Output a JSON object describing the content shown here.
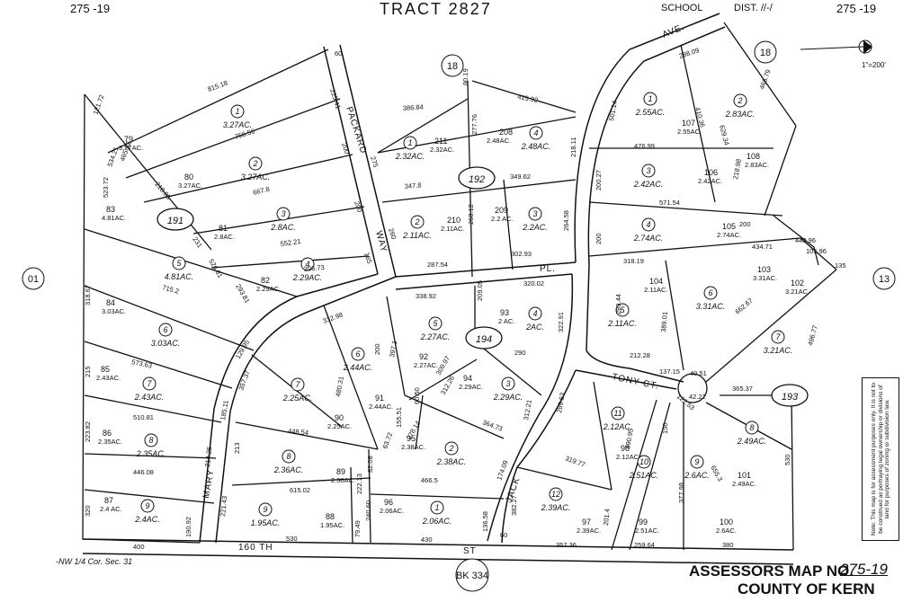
{
  "header": {
    "left_book": "275 -19",
    "title": "TRACT   2827",
    "school_label": "SCHOOL",
    "district": "DIST. //-/",
    "right_book": "275 -19",
    "scale": "1\"=200'"
  },
  "footer": {
    "corner_note": "-NW 1/4 Cor. Sec. 31",
    "book_ref": "BK 334",
    "map_label": "ASSESSORS MAP NO.",
    "map_no": "275-19",
    "county": "COUNTY OF KERN"
  },
  "note": "Note: This map is for assessment purposes only. It is not to be construed as portraying legal ownership or divisions of land for purposes of zoning or subdivision law.",
  "adjacent_maps": {
    "left": "01",
    "right": "13",
    "top": "18",
    "top_right": "18"
  },
  "block_circles": {
    "b191": "191",
    "b192": "192",
    "b194": "194",
    "b193": "193"
  },
  "streets": {
    "packard": "PACKARD",
    "way": "WAY",
    "pl": "PL.",
    "mary": "MARY",
    "jack": "JACK",
    "tony": "TONY  CT.",
    "ave": "AVE.",
    "th160": "160  TH",
    "st": "ST"
  },
  "parcels": {
    "p79": {
      "apn": "79",
      "acres": "3.27AC."
    },
    "p80": {
      "apn": "80",
      "acres": "3.27AC."
    },
    "p81": {
      "apn": "81",
      "acres": "2.8AC."
    },
    "p82": {
      "apn": "82",
      "acres": "2.29AC."
    },
    "p83": {
      "apn": "83",
      "acres": "4.81AC."
    },
    "p84": {
      "apn": "84",
      "acres": "3.03AC."
    },
    "p85": {
      "apn": "85",
      "acres": "2.43AC."
    },
    "p86": {
      "apn": "86",
      "acres": "2.35AC."
    },
    "p87": {
      "apn": "87",
      "acres": "2.4 AC."
    },
    "p88": {
      "apn": "88",
      "acres": "1.95AC."
    },
    "p89": {
      "apn": "89",
      "acres": "2.36AC."
    },
    "p90": {
      "apn": "90",
      "acres": "2.25AC."
    },
    "p91": {
      "apn": "91",
      "acres": "2.44AC."
    },
    "p92": {
      "apn": "92",
      "acres": "2.27AC."
    },
    "p93": {
      "apn": "93",
      "acres": "2 AC."
    },
    "p94": {
      "apn": "94",
      "acres": "2.29AC."
    },
    "p95": {
      "apn": "95",
      "acres": "2.38AC."
    },
    "p96": {
      "apn": "96",
      "acres": "2.06AC."
    },
    "p97": {
      "apn": "97",
      "acres": "2.39AC."
    },
    "p98": {
      "apn": "98",
      "acres": "2.12AC."
    },
    "p99": {
      "apn": "99",
      "acres": "2.51AC."
    },
    "p100": {
      "apn": "100",
      "acres": "2.6AC."
    },
    "p101": {
      "apn": "101",
      "acres": "2.49AC."
    },
    "p102": {
      "apn": "102",
      "acres": "3.21AC."
    },
    "p103": {
      "apn": "103",
      "acres": "3.31AC."
    },
    "p104": {
      "apn": "104",
      "acres": "2.11AC."
    },
    "p105": {
      "apn": "105",
      "acres": "2.74AC."
    },
    "p106": {
      "apn": "106",
      "acres": "2.42AC."
    },
    "p107": {
      "apn": "107",
      "acres": "2.55AC."
    },
    "p108": {
      "apn": "108",
      "acres": "2.83AC."
    },
    "p208": {
      "apn": "208",
      "acres": "2.48AC."
    },
    "p209": {
      "apn": "209",
      "acres": "2.2 AC."
    },
    "p210": {
      "apn": "210",
      "acres": "2.11AC."
    },
    "p211": {
      "apn": "211",
      "acres": "2.32AC."
    }
  },
  "circled_lots": {
    "c191_1": {
      "n": "1",
      "acres": "3.27AC."
    },
    "c191_2": {
      "n": "2",
      "acres": "3.27AC."
    },
    "c191_3": {
      "n": "3",
      "acres": "2.8AC."
    },
    "c191_4": {
      "n": "4",
      "acres": "2.29AC."
    },
    "c191_5": {
      "n": "5",
      "acres": "4.81AC."
    },
    "c191_6": {
      "n": "6",
      "acres": "3.03AC."
    },
    "c191_7": {
      "n": "7",
      "acres": "2.43AC."
    },
    "c191_8": {
      "n": "8",
      "acres": "2.35AC."
    },
    "c191_9": {
      "n": "9",
      "acres": "2.4AC."
    },
    "c194_9": {
      "n": "9",
      "acres": "1.95AC."
    },
    "c194_8": {
      "n": "8",
      "acres": "2.36AC."
    },
    "c194_7": {
      "n": "7",
      "acres": "2.25AC."
    },
    "c194_6": {
      "n": "6",
      "acres": "2.44AC."
    },
    "c194_5": {
      "n": "5",
      "acres": "2.27AC."
    },
    "c194_4": {
      "n": "4",
      "acres": "2AC."
    },
    "c194_3": {
      "n": "3",
      "acres": "2.29AC."
    },
    "c194_2": {
      "n": "2",
      "acres": "2.38AC."
    },
    "c194_1": {
      "n": "1",
      "acres": "2.06AC."
    },
    "c192_1": {
      "n": "1",
      "acres": "2.32AC."
    },
    "c192_2": {
      "n": "2",
      "acres": "2.11AC."
    },
    "c192_3": {
      "n": "3",
      "acres": "2.2AC."
    },
    "c192_4": {
      "n": "4",
      "acres": "2.48AC."
    },
    "c193_1": {
      "n": "1",
      "acres": "2.55AC."
    },
    "c193_2": {
      "n": "2",
      "acres": "2.83AC."
    },
    "c193_3": {
      "n": "3",
      "acres": "2.42AC."
    },
    "c193_4": {
      "n": "4",
      "acres": "2.74AC."
    },
    "c193_5": {
      "n": "5",
      "acres": "2.11AC."
    },
    "c193_6": {
      "n": "6",
      "acres": "3.31AC."
    },
    "c193_7": {
      "n": "7",
      "acres": "3.21AC."
    },
    "c193_8": {
      "n": "8",
      "acres": "2.49AC."
    },
    "c193_9": {
      "n": "9",
      "acres": "2.6AC."
    },
    "c193_10": {
      "n": "10",
      "acres": "2.51AC."
    },
    "c193_11": {
      "n": "11",
      "acres": "2.12AC."
    },
    "c193_12": {
      "n": "12",
      "acres": "2.39AC."
    }
  },
  "dims": {
    "d1": "815.18",
    "d2": "756.56",
    "d3": "667.8",
    "d4": "552.21",
    "d5": "396.73",
    "d6": "386.84",
    "d7": "347.8",
    "d8": "415.92",
    "d9": "349.62",
    "d10": "302.93",
    "d11": "287.54",
    "d12": "338.92",
    "d13": "332.98",
    "d14": "320.02",
    "d15": "476.99",
    "d16": "571.54",
    "d17": "318.19",
    "d18": "434.71",
    "d19": "440.96",
    "d20": "365.37",
    "d21": "448.54",
    "d22": "466.5",
    "d23": "615.02",
    "d24": "446.08",
    "d25": "510.81",
    "d26": "573.63",
    "d27": "400",
    "d28": "530",
    "d29": "430",
    "d30": "357.36",
    "d31": "259.64",
    "d32": "380",
    "d33": "523.72",
    "d34": "318.67",
    "d35": "215",
    "d36": "223.82",
    "d37": "320",
    "d38": "190.92",
    "d39": "214.25",
    "d40": "185.11",
    "d41": "129.95",
    "d42": "357.37",
    "d43": "288.09",
    "d44": "212.28",
    "d45": "137.15",
    "d46": "40.51",
    "d47": "200",
    "d48": "530",
    "d49": "60",
    "d50": "60",
    "d51": "200.27",
    "d52": "501.14",
    "d53": "218.11",
    "d54": "264.58",
    "d55": "410.36",
    "d56": "629.34",
    "d57": "466.79",
    "d58": "662.67",
    "d59": "496.77",
    "d60": "105.96",
    "d61": "135",
    "d62": "200",
    "d63": "218.98",
    "d64": "289.44",
    "d65": "389.01",
    "d66": "390.95",
    "d67": "377.98",
    "d68": "150",
    "d69": "655.3",
    "d70": "122.53",
    "d71": "42.22",
    "d72": "201.4",
    "d73": "319.77",
    "d74": "289.53",
    "d75": "312.21",
    "d76": "136.58",
    "d77": "382.27",
    "d78": "174.09",
    "d79": "364.73",
    "d80": "309.97",
    "d81": "60.50",
    "d82": "155.51",
    "d83": "278.14",
    "d84": "82.08",
    "d85": "63.72",
    "d86": "222.13",
    "d87": "240.60",
    "d88": "79.49",
    "d89": "213",
    "d90": "221.43",
    "d91": "480.31",
    "d92": "397.1",
    "d93": "209.05",
    "d94": "322.91",
    "d95": "290",
    "d96": "715.2",
    "d97": "293.81",
    "d98": "526.81",
    "d99": "231",
    "d100": "218.85",
    "d101": "534.21",
    "d102": "465.52",
    "d103": "121.72",
    "d104": "225.41",
    "d105": "200",
    "d106": "275",
    "d107": "260",
    "d108": "200",
    "d109": "165",
    "d110": "80.19",
    "d111": "277.76",
    "d112": "268.12",
    "d113": "200",
    "d114": "312.26"
  }
}
